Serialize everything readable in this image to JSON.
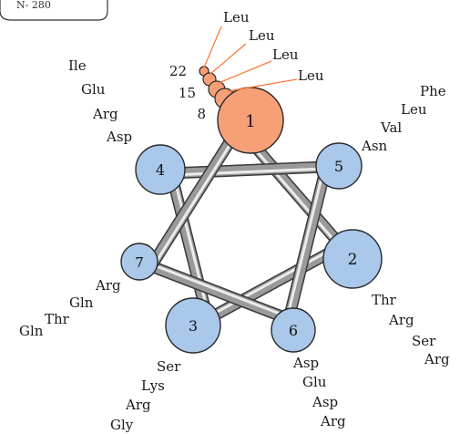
{
  "legend": {
    "text": "N- 280"
  },
  "helix_positions": [
    "1",
    "2",
    "3",
    "4",
    "5",
    "6",
    "7"
  ],
  "stacked_positions": [
    "22",
    "15",
    "8"
  ],
  "column_labels": {
    "p1": [
      "Leu",
      "Leu",
      "Leu",
      "Leu"
    ],
    "p5": [
      "Phe",
      "Leu",
      "Val",
      "Asn"
    ],
    "p4": [
      "Ile",
      "Glu",
      "Arg",
      "Asp"
    ],
    "p2": [
      "Thr",
      "Arg",
      "Ser",
      "Arg"
    ],
    "p7": [
      "Arg",
      "Gln",
      "Thr",
      "Gln"
    ],
    "p3": [
      "Ser",
      "Lys",
      "Arg",
      "Gly"
    ],
    "p6": [
      "Asp",
      "Glu",
      "Asp",
      "Arg"
    ]
  },
  "colors": {
    "hydrophobic": "#f7a077",
    "hydrophilic": "#a9c8ea",
    "outline": "#2a2a2a",
    "rod": "#9a9a9a"
  }
}
